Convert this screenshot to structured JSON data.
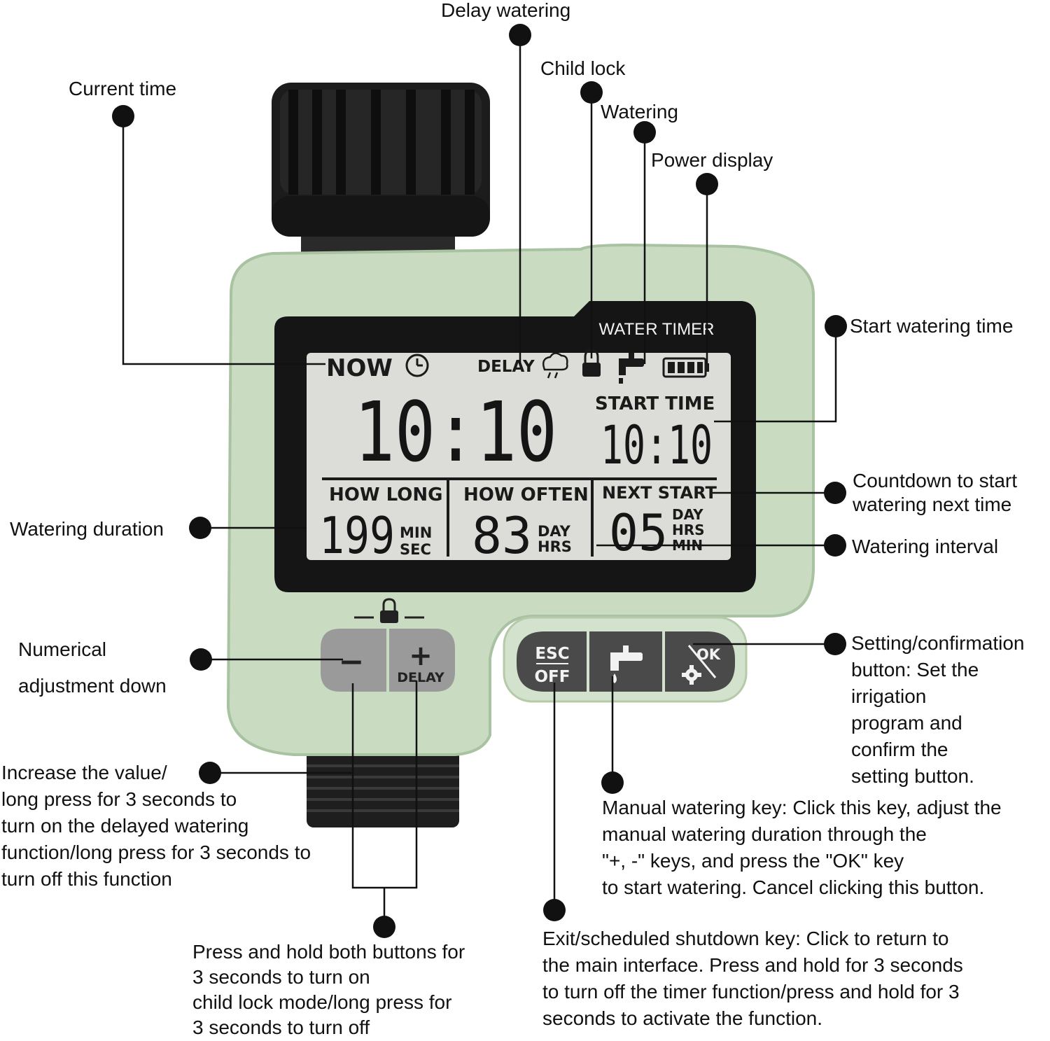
{
  "labels": {
    "delay_watering": "Delay watering",
    "child_lock": "Child lock",
    "watering": "Watering",
    "power_display": "Power display",
    "current_time": "Current time",
    "start_watering_time": "Start watering time",
    "countdown": "Countdown to start\n watering next time",
    "watering_interval": "Watering interval",
    "watering_duration": "Watering duration",
    "numerical_down": "Numerical\nadjustment down",
    "setting_confirmation": "Setting/confirmation\nbutton: Set the\nirrigation\nprogram and\nconfirm the\nsetting button.",
    "increase_value": "Increase the value/\nlong press for 3 seconds to\nturn on the delayed watering\nfunction/long press for 3 seconds to\nturn off this function",
    "manual_watering": "Manual watering key: Click this key, adjust the\nmanual watering duration through the\n\"+, -\" keys, and press the \"OK\" key\nto start watering. Cancel clicking this button.",
    "press_hold_both": "Press and hold both buttons for\n3 seconds to turn on\nchild lock mode/long press for\n 3 seconds to turn off",
    "exit_shutdown": "Exit/scheduled shutdown key: Click to return to\nthe main interface. Press and hold for 3 seconds\nto turn off the timer function/press and hold for 3\nseconds to activate the function."
  },
  "device": {
    "brand_label": "WATER TIMER",
    "lcd": {
      "now": "NOW",
      "delay": "DELAY",
      "current_time": "10:10",
      "start_time_label": "START TIME",
      "start_time": "10:10",
      "how_long_label": "HOW LONG",
      "how_long_value": "199",
      "how_long_unit_1": "MIN",
      "how_long_unit_2": "SEC",
      "how_often_label": "HOW OFTEN",
      "how_often_value": "83",
      "how_often_unit_1": "DAY",
      "how_often_unit_2": "HRS",
      "next_start_label": "NEXT START",
      "next_start_value": "05",
      "next_start_unit_1": "DAY",
      "next_start_unit_2": "HRS",
      "next_start_unit_3": "MIN"
    },
    "buttons": {
      "minus": "−",
      "plus": "+",
      "delay": "DELAY",
      "esc": "ESC",
      "off": "OFF",
      "ok": "OK"
    }
  },
  "colors": {
    "body": "#c9dcc2",
    "body_shadow": "#a9c2a2",
    "bezel": "#151515",
    "lcd": "#dcdcd8",
    "gray_button": "#9a9a9a",
    "dark_button": "#4a4a4a"
  }
}
